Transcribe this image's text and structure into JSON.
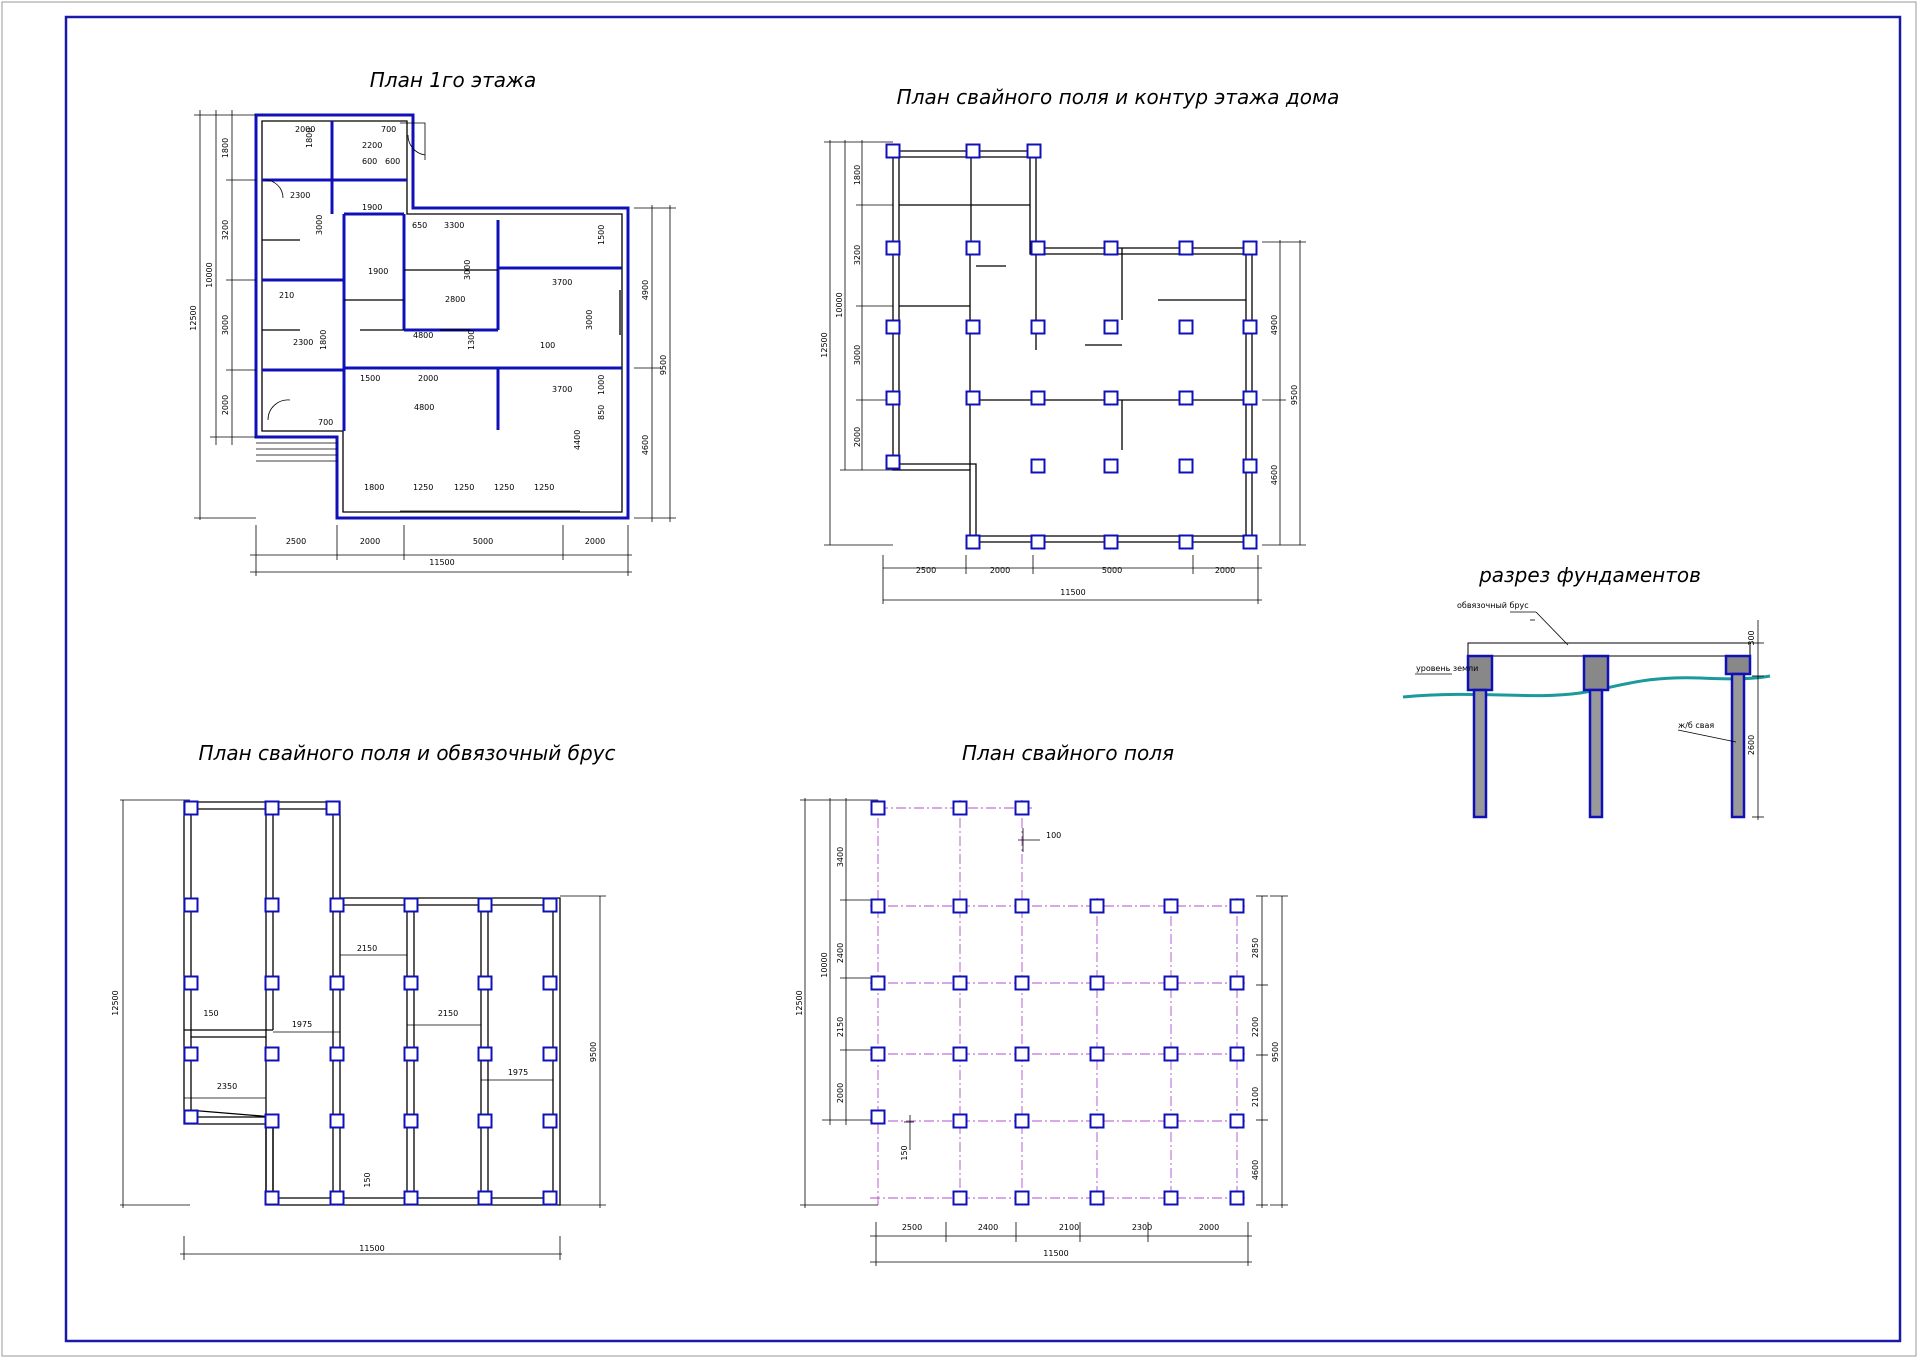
{
  "colors": {
    "frame": "#1a1aa8",
    "pile": "#1010b8",
    "axis": "#b050c8",
    "ground": "#1a9a9a",
    "hatch": "#555555"
  },
  "drawing1": {
    "title": "План 1го этажа",
    "dims_bottom": [
      "2500",
      "2000",
      "5000",
      "2000"
    ],
    "dim_total": "11500",
    "dims_left": [
      "1800",
      "3200",
      "3000",
      "2000"
    ],
    "dim_left_mid": "10000",
    "dim_left_total": "12500",
    "dims_right": [
      "4900",
      "4600"
    ],
    "dim_right_total": "9500",
    "interior_labels": [
      "2000",
      "1800",
      "700",
      "2200",
      "600",
      "600",
      "2300",
      "1900",
      "1900",
      "3000",
      "650",
      "3300",
      "1500",
      "2800",
      "3000",
      "3700",
      "4800",
      "3000",
      "1300",
      "210",
      "2300",
      "1800",
      "100",
      "2000",
      "1500",
      "3700",
      "1000",
      "4800",
      "850",
      "4400",
      "1800",
      "1250",
      "1250",
      "1250",
      "1250",
      "700"
    ]
  },
  "drawing2": {
    "title": "План свайного поля и контур этажа дома",
    "dims_bottom": [
      "2500",
      "2000",
      "5000",
      "2000"
    ],
    "dim_total": "11500",
    "dims_left": [
      "1800",
      "3200",
      "3000",
      "2000"
    ],
    "dim_left_mid": "10000",
    "dim_left_total": "12500",
    "dims_right": [
      "4900",
      "4600"
    ],
    "dim_right_total": "9500"
  },
  "drawing3": {
    "title": "разрез фундаментов",
    "label_beam": "обвязочный брус",
    "label_ground": "уровень земли",
    "label_pile": "ж/б свая",
    "dim_top": "300",
    "dim_depth": "2600"
  },
  "drawing4": {
    "title": "План свайного поля и обвязочный брус",
    "dim_left": "12500",
    "dim_right": "9500",
    "dim_bottom": "11500",
    "labels": [
      "2150",
      "150",
      "1975",
      "2150",
      "2350",
      "1975",
      "150"
    ]
  },
  "drawing5": {
    "title": "План свайного поля",
    "dims_bottom": [
      "2500",
      "2400",
      "2100",
      "2300",
      "2000"
    ],
    "dim_total": "11500",
    "dims_left": [
      "3400",
      "2400",
      "2150",
      "2000"
    ],
    "dim_left_mid": "10000",
    "dim_left_total": "12500",
    "dims_right": [
      "2850",
      "2200",
      "2100",
      "4600"
    ],
    "dim_right_total": "9500",
    "label_top": "100",
    "label_bottom": "150"
  }
}
